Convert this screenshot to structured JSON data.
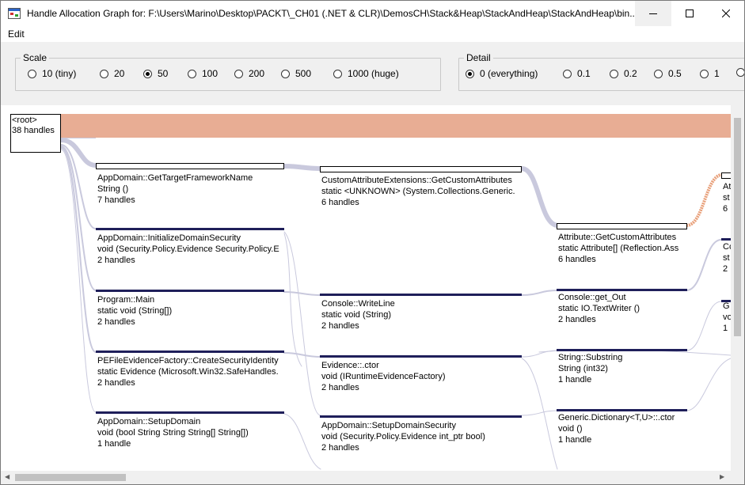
{
  "window": {
    "title": "Handle Allocation Graph for: F:\\Users\\Marino\\Desktop\\PACKT\\_CH01 (.NET & CLR)\\DemosCH\\Stack&Heap\\StackAndHeap\\StackAndHeap\\bin..."
  },
  "menu": {
    "edit": "Edit"
  },
  "scale": {
    "label": "Scale",
    "options": [
      "10 (tiny)",
      "20",
      "50",
      "100",
      "200",
      "500",
      "1000 (huge)"
    ],
    "selected": "50"
  },
  "detail": {
    "label": "Detail",
    "options": [
      "0 (everything)",
      "0.1",
      "0.2",
      "0.5",
      "1"
    ],
    "selected": "0 (everything)"
  },
  "root": {
    "name": "<root>",
    "count": "38 handles"
  },
  "nodes": [
    {
      "line1": "AppDomain::GetTargetFrameworkName",
      "line2": "String ()",
      "line3": "7 handles"
    },
    {
      "line1": "AppDomain::InitializeDomainSecurity",
      "line2": "void (Security.Policy.Evidence Security.Policy.E",
      "line3": "2 handles"
    },
    {
      "line1": "Program::Main",
      "line2": "static void (String[])",
      "line3": "2 handles"
    },
    {
      "line1": "PEFileEvidenceFactory::CreateSecurityIdentity",
      "line2": "static Evidence (Microsoft.Win32.SafeHandles.",
      "line3": "2 handles"
    },
    {
      "line1": "AppDomain::SetupDomain",
      "line2": "void (bool String String String[] String[])",
      "line3": "1 handle"
    },
    {
      "line1": "CustomAttributeExtensions::GetCustomAttributes",
      "line2": "static <UNKNOWN> (System.Collections.Generic.",
      "line3": "6 handles"
    },
    {
      "line1": "Console::WriteLine",
      "line2": "static void (String)",
      "line3": "2 handles"
    },
    {
      "line1": "Evidence::.ctor",
      "line2": "void (IRuntimeEvidenceFactory)",
      "line3": "2 handles"
    },
    {
      "line1": "AppDomain::SetupDomainSecurity",
      "line2": "void (Security.Policy.Evidence int_ptr bool)",
      "line3": "2 handles"
    },
    {
      "line1": "Attribute::GetCustomAttributes",
      "line2": "static Attribute[] (Reflection.Ass",
      "line3": "6 handles"
    },
    {
      "line1": "Console::get_Out",
      "line2": "static IO.TextWriter ()",
      "line3": "2 handles"
    },
    {
      "line1": "String::Substring",
      "line2": "String (int32)",
      "line3": "1 handle"
    },
    {
      "line1": "Generic.Dictionary<T,U>::.ctor",
      "line2": "void ()",
      "line3": "1 handle"
    },
    {
      "line1": "At",
      "line2": "st",
      "line3": "6"
    },
    {
      "line1": "Cc",
      "line2": "st",
      "line3": "2"
    },
    {
      "line1": "G",
      "line2": "vo",
      "line3": "1"
    }
  ],
  "colors": {
    "root_strip": "#e8ad94",
    "link": "#c9c9dd",
    "hot_link": "#e8a07a",
    "selection": "#000000"
  }
}
